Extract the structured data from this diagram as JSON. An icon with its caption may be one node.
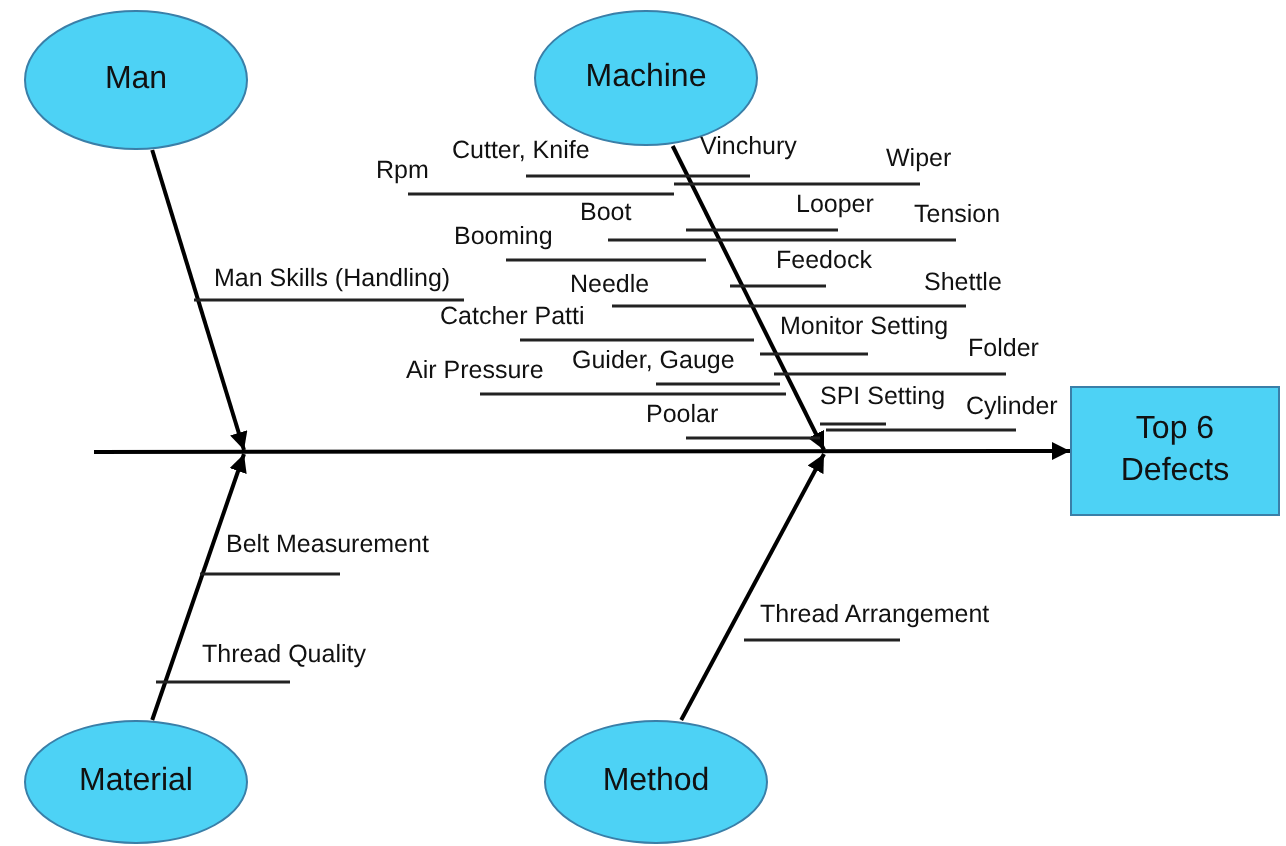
{
  "diagram": {
    "nodes": [
      {
        "text": [
          "Man"
        ]
      },
      {
        "text": [
          "Machine"
        ]
      },
      {
        "text": [
          "Material"
        ]
      },
      {
        "text": [
          "Method"
        ]
      },
      {
        "text": [
          "Top 6 Defects"
        ]
      }
    ],
    "edges": [
      {
        "from": null,
        "to": 4,
        "arrow": "to"
      },
      {
        "from": 0,
        "to": null,
        "arrow": "to"
      },
      {
        "from": 1,
        "to": null,
        "arrow": "to"
      },
      {
        "from": 2,
        "to": null,
        "arrow": "to"
      },
      {
        "from": 3,
        "to": null,
        "arrow": "to"
      }
    ],
    "labels": [
      "Cutter, Knife",
      "Vinchury",
      "Rpm",
      "Wiper",
      "Boot",
      "Looper",
      "Tension",
      "Booming",
      "Feedock",
      "Man Skills (Handling)",
      "Needle",
      "Shettle",
      "Catcher Patti",
      "Monitor Setting",
      "Folder",
      "Guider, Gauge",
      "Air Pressure",
      "SPI Setting",
      "Cylinder",
      "Poolar",
      "Belt Measurement",
      "Thread Arrangement",
      "Thread Quality"
    ]
  }
}
